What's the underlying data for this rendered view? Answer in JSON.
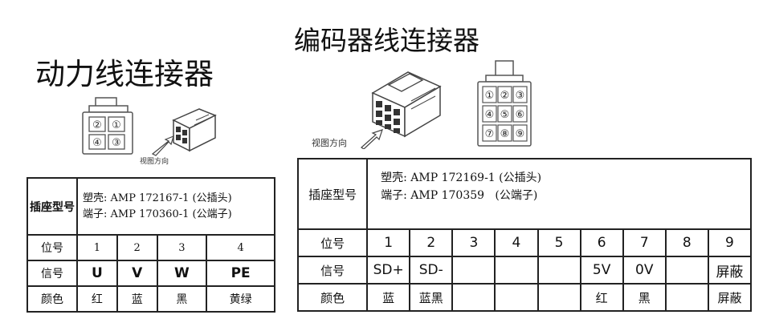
{
  "power": {
    "title": "动力线连接器",
    "view_label": "视图方向",
    "pin_glyphs": [
      "②",
      "①",
      "④",
      "③"
    ],
    "table": {
      "model_label": "插座型号",
      "model_lines": [
        "塑壳: AMP 172167-1 (公插头)",
        "端子: AMP 170360-1 (公端子)"
      ],
      "position_label": "位号",
      "positions": [
        "1",
        "2",
        "3",
        "4"
      ],
      "signal_label": "信号",
      "signals": [
        "U",
        "V",
        "W",
        "PE"
      ],
      "color_label": "颜色",
      "colors": [
        "红",
        "蓝",
        "黑",
        "黄绿"
      ]
    }
  },
  "encoder": {
    "title": "编码器线连接器",
    "view_label": "视图方向",
    "pin_glyphs": [
      "①",
      "②",
      "③",
      "④",
      "⑤",
      "⑥",
      "⑦",
      "⑧",
      "⑨"
    ],
    "table": {
      "model_label": "插座型号",
      "model_lines": [
        "塑壳: AMP 172169-1 (公插头)",
        "端子: AMP 170359   (公端子)"
      ],
      "position_label": "位号",
      "positions": [
        "1",
        "2",
        "3",
        "4",
        "5",
        "6",
        "7",
        "8",
        "9"
      ],
      "signal_label": "信号",
      "signals": [
        "SD+",
        "SD-",
        "",
        "",
        "",
        "5V",
        "0V",
        "",
        "屏蔽"
      ],
      "color_label": "颜色",
      "colors": [
        "蓝",
        "蓝黑",
        "",
        "",
        "",
        "红",
        "黑",
        "",
        "屏蔽"
      ]
    }
  }
}
